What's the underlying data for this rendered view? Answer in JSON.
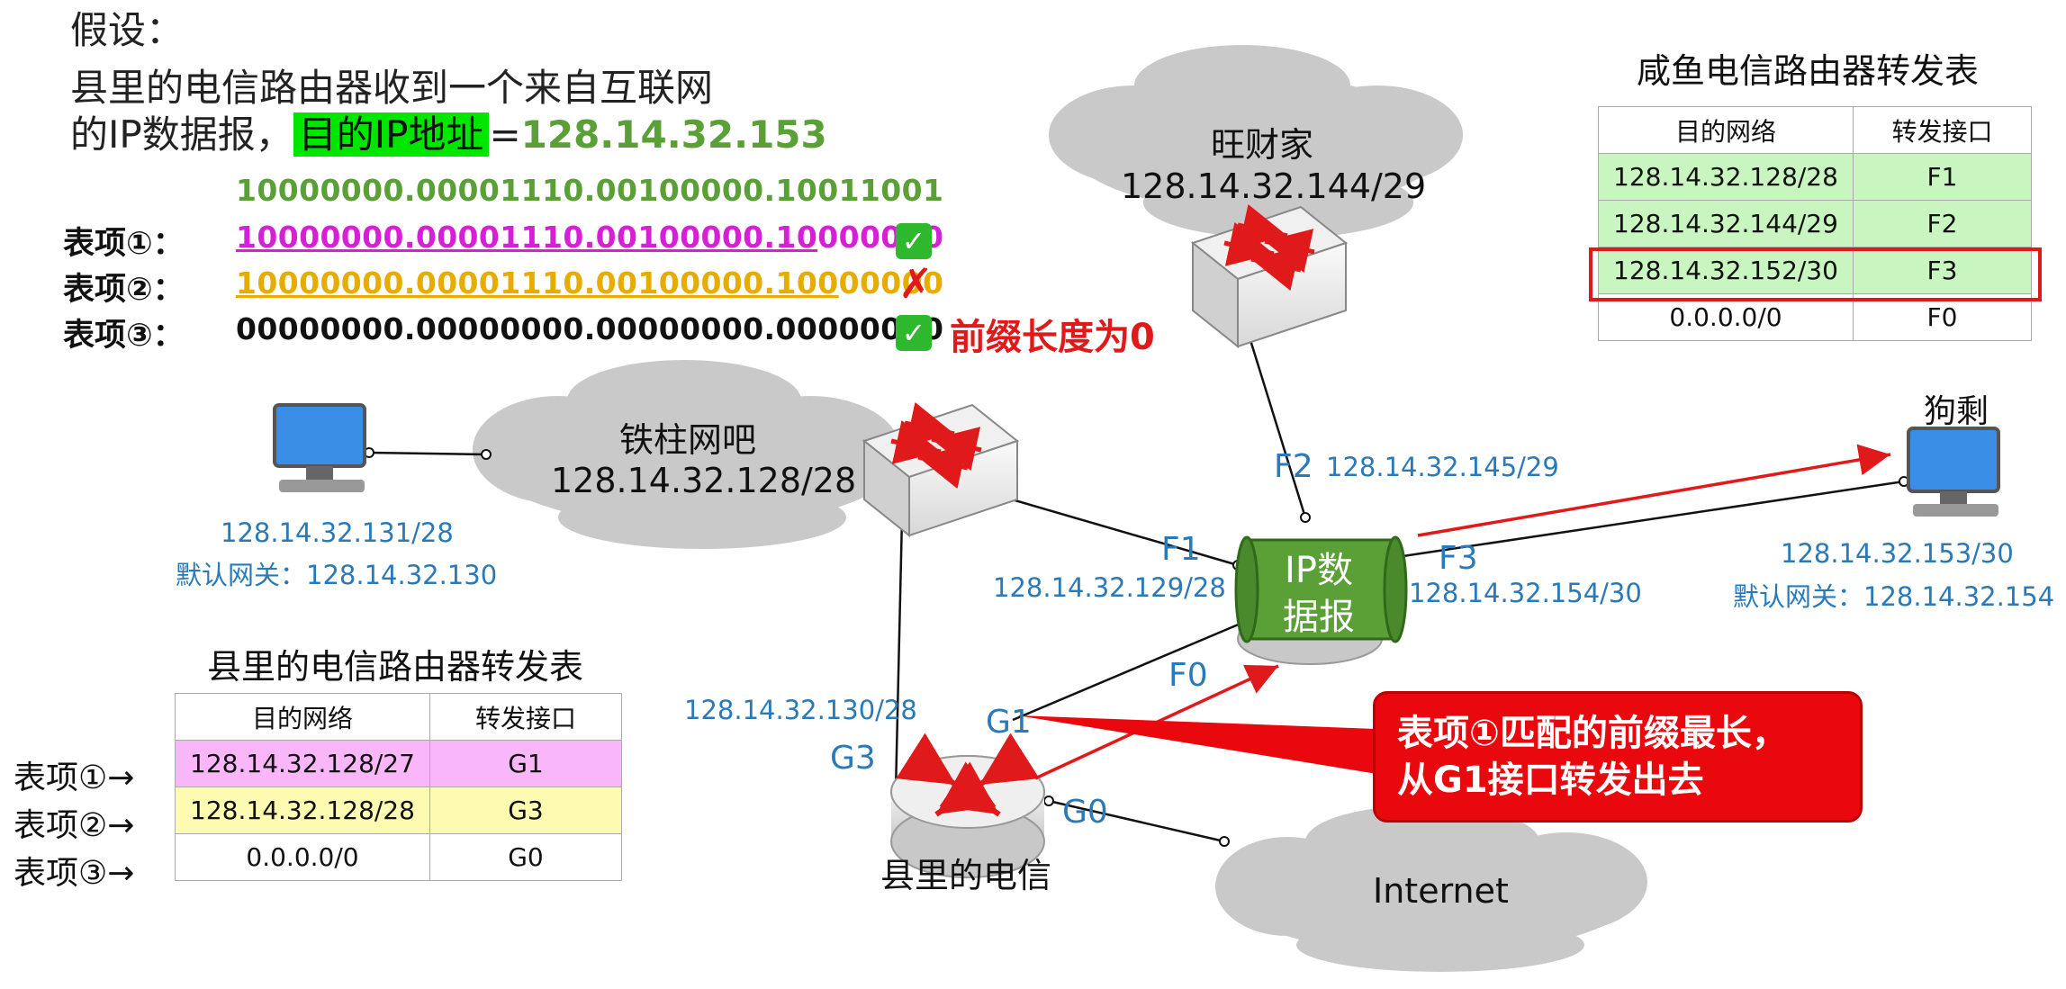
{
  "intro": {
    "title": "假设：",
    "line1": "县里的电信路由器收到一个来自互联网",
    "line2_prefix": "的IP数据报，",
    "dest_label": "目的IP地址",
    "equals": "=",
    "dest_ip": "128.14.32.153"
  },
  "binary": {
    "dest": "10000000.00001110.00100000.10011001",
    "entries": [
      {
        "label": "表项①：",
        "matched": "10000000.00001110.00100000.10",
        "rest": "000000",
        "result": "✓"
      },
      {
        "label": "表项②：",
        "matched": "10000000.00001110.00100000.100",
        "rest": "00000",
        "result": "✗"
      },
      {
        "label": "表项③：",
        "matched": "",
        "rest": "00000000.00000000.00000000.00000000",
        "result": "✓"
      }
    ],
    "prefix_note": "前缀长度为0"
  },
  "county_table": {
    "title": "县里的电信路由器转发表",
    "headers": [
      "目的网络",
      "转发接口"
    ],
    "rows": [
      {
        "label": "表项①→",
        "network": "128.14.32.128/27",
        "port": "G1",
        "color": "#f9b6f9"
      },
      {
        "label": "表项②→",
        "network": "128.14.32.128/28",
        "port": "G3",
        "color": "#fdfab1"
      },
      {
        "label": "表项③→",
        "network": "0.0.0.0/0",
        "port": "G0",
        "color": "#ffffff"
      }
    ]
  },
  "xianyu_table": {
    "title": "咸鱼电信路由器转发表",
    "headers": [
      "目的网络",
      "转发接口"
    ],
    "rows": [
      {
        "network": "128.14.32.128/28",
        "port": "F1",
        "color": "#c8f5c0"
      },
      {
        "network": "128.14.32.144/29",
        "port": "F2",
        "color": "#c8f5c0"
      },
      {
        "network": "128.14.32.152/30",
        "port": "F3",
        "color": "#c8f5c0"
      },
      {
        "network": "0.0.0.0/0",
        "port": "F0",
        "color": "#ffffff"
      }
    ],
    "highlight_color": "#e01a1a"
  },
  "network": {
    "wangcai": {
      "name": "旺财家",
      "subnet": "128.14.32.144/29"
    },
    "tiezhu": {
      "name": "铁柱网吧",
      "subnet": "128.14.32.128/28"
    },
    "internet": {
      "name": "Internet"
    },
    "goushen": {
      "name": "狗剩",
      "ip": "128.14.32.153/30",
      "gateway": "默认网关：128.14.32.154"
    },
    "left_pc": {
      "ip": "128.14.32.131/28",
      "gateway": "默认网关：128.14.32.130"
    },
    "county_router": {
      "name": "县里的电信"
    },
    "ports": {
      "F2": "F2",
      "F2_ip": "128.14.32.145/29",
      "F1": "F1",
      "F1_ip": "128.14.32.129/28",
      "F3": "F3",
      "F3_ip": "128.14.32.154/30",
      "F0": "F0",
      "G1": "G1",
      "G3": "G3",
      "G3_ip": "128.14.32.130/28",
      "G0": "G0"
    },
    "packet": {
      "line1": "IP数",
      "line2": "据报"
    }
  },
  "callout": {
    "line1": "表项①匹配的前缀最长，",
    "line2": "从G1接口转发出去"
  },
  "colors": {
    "accent_red": "#e01a1a",
    "link_blue": "#2a7ab8",
    "packet_green": "#5aa037"
  }
}
